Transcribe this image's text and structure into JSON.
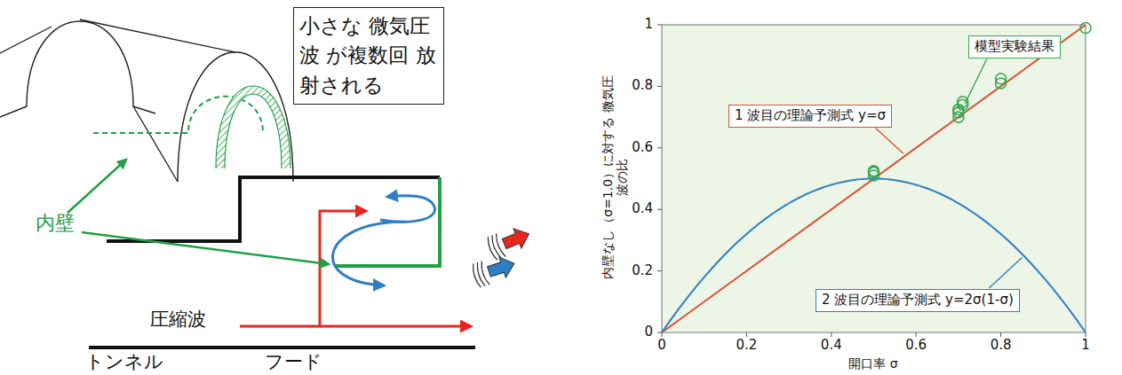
{
  "diagram": {
    "nodes": [
      {
        "text": [
          "小さな 微気圧波 が複数回 放射される"
        ]
      },
      {
        "text": [
          "模型実験結果"
        ]
      },
      {
        "text": [
          "1 波目の理論予測式 y=σ"
        ]
      },
      {
        "text": [
          "2 波目の理論予測式 y=2σ(1-σ)"
        ]
      }
    ],
    "labels": [
      "内壁",
      "圧縮波",
      "トンネル",
      "フード",
      "0",
      "0.2",
      "0.4",
      "0.6",
      "0.8",
      "1",
      "0",
      "0.2",
      "0.4",
      "0.6",
      "0.8",
      "1",
      "開口率 σ",
      "内壁なし（σ=1.0）に対する 微気圧波の比"
    ]
  }
}
